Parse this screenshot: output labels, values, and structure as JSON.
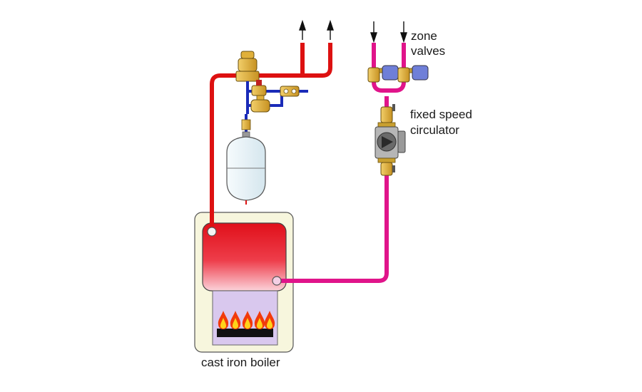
{
  "labels": {
    "zone_line1": "zone",
    "zone_line2": "valves",
    "circ_line1": "fixed speed",
    "circ_line2": "circulator",
    "boiler": "cast iron boiler"
  },
  "colors": {
    "supply_pipe": "#dd1111",
    "return_pipe": "#e0148a",
    "makeup_pipe": "#1a2bb8",
    "brass": "#e0b03a",
    "actuator": "#6f7fd8",
    "tank": "#e4f0f6",
    "boiler_cabinet": "#f7f6dd",
    "firebox": "#d9c8ee",
    "flame_outer": "#f23a0a",
    "flame_inner": "#ffd21a",
    "circulator_body": "#b6b6b6"
  },
  "icons": {
    "flow_up": "arrow-up-icon",
    "flow_down": "arrow-down-icon",
    "flame": "flame-icon"
  }
}
